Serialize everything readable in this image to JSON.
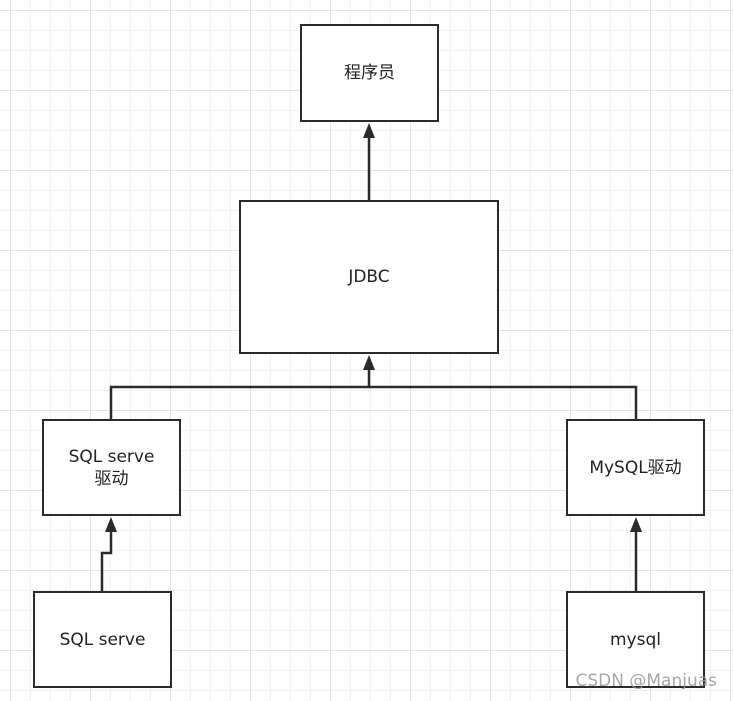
{
  "diagram": {
    "nodes": {
      "programmer": "程序员",
      "jdbc": "JDBC",
      "sqlserver_driver": "SQL serve驱动",
      "mysql_driver": "MySQL驱动",
      "sqlserve": "SQL serve",
      "mysql": "mysql"
    },
    "edges": [
      {
        "from": "jdbc",
        "to": "programmer"
      },
      {
        "from": "sqlserver_driver",
        "to": "jdbc"
      },
      {
        "from": "mysql_driver",
        "to": "jdbc"
      },
      {
        "from": "sqlserve",
        "to": "sqlserver_driver"
      },
      {
        "from": "mysql",
        "to": "mysql_driver"
      }
    ],
    "colors": {
      "stroke": "#2b2b2b",
      "grid": "#e3e3e3",
      "background": "#ffffff"
    }
  },
  "watermark": "CSDN @Manjuas"
}
